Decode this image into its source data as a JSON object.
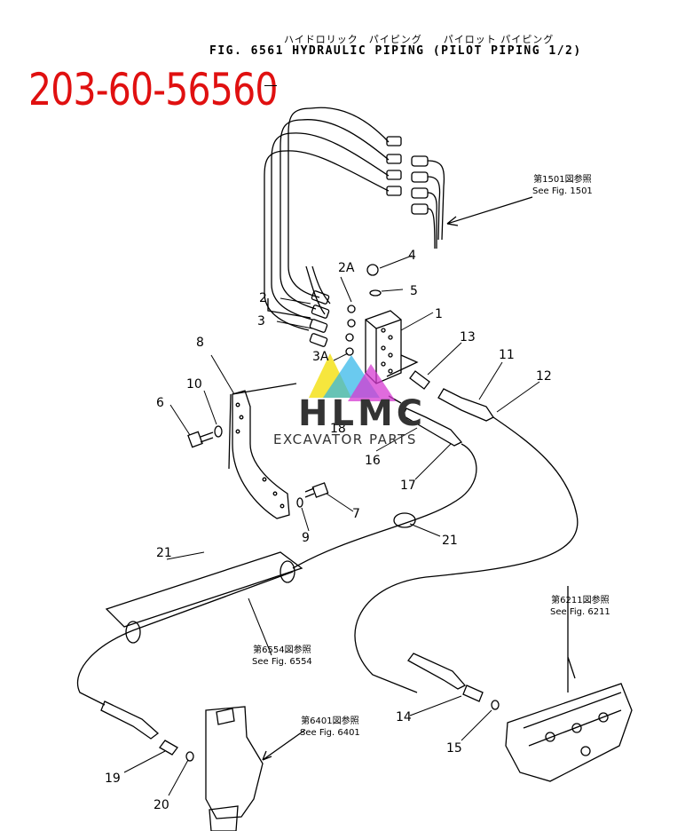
{
  "part_number": "203-60-56560",
  "header": {
    "japanese_title": "ハイドロリック　パイピング　　パイロット パイピング",
    "figure_title": "FIG. 6561  HYDRAULIC PIPING (PILOT PIPING 1/2)"
  },
  "references": [
    {
      "jp": "第1501図参照",
      "en": "See Fig. 1501"
    },
    {
      "jp": "第6211図参照",
      "en": "See Fig. 6211"
    },
    {
      "jp": "第6554図参照",
      "en": "See Fig. 6554"
    },
    {
      "jp": "第6401図参照",
      "en": "See Fig. 6401"
    }
  ],
  "callouts": [
    "1",
    "2",
    "2A",
    "3",
    "3A",
    "4",
    "5",
    "6",
    "7",
    "8",
    "9",
    "10",
    "11",
    "12",
    "13",
    "14",
    "15",
    "16",
    "17",
    "18",
    "19",
    "20",
    "21",
    "21"
  ],
  "watermark": {
    "name": "HLMC",
    "subtitle": "EXCAVATOR PARTS",
    "colors": [
      "#f5e21b",
      "#2bb4e8",
      "#d63ad1",
      "#7a3fd6",
      "#2ecc71"
    ]
  },
  "colors": {
    "part_number": "#e01010",
    "ink": "#000000"
  }
}
